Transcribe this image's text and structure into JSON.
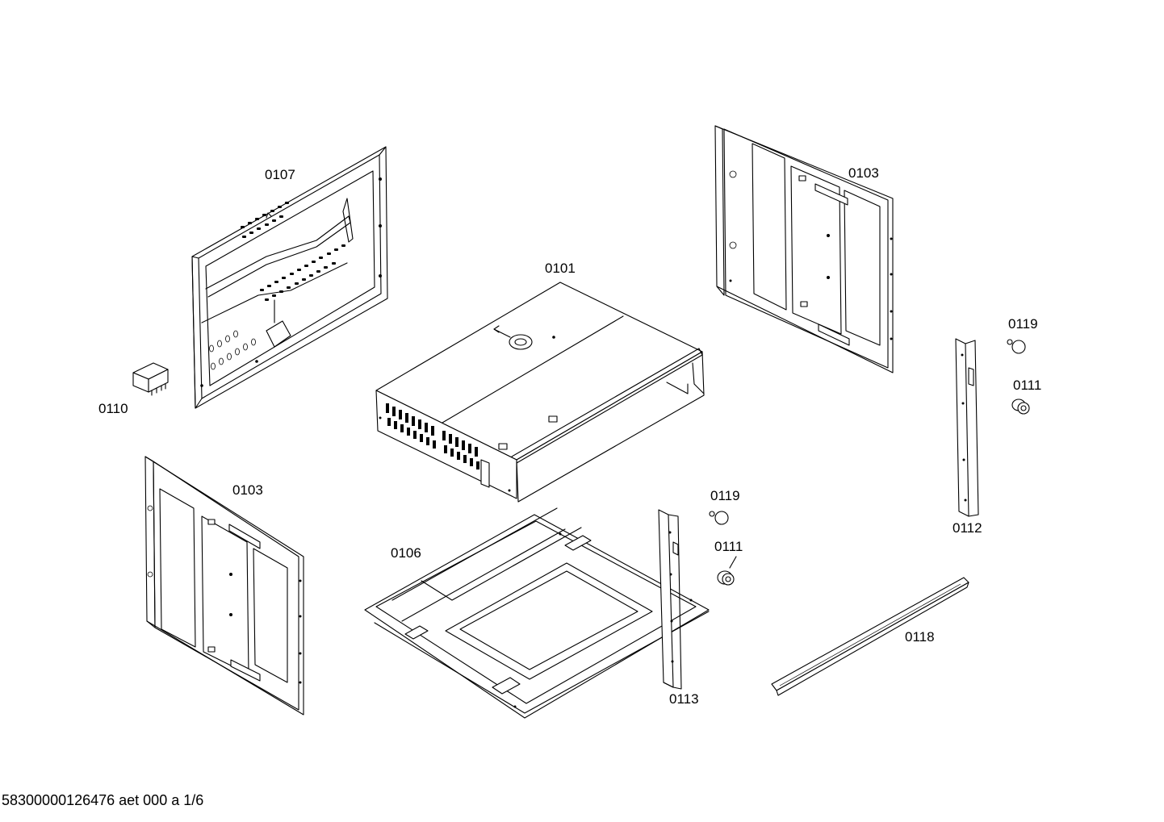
{
  "labels": {
    "p0107": "0107",
    "p0103_top": "0103",
    "p0101": "0101",
    "p0110": "0110",
    "p0119_right": "0119",
    "p0111_right": "0111",
    "p0103_bottom": "0103",
    "p0106": "0106",
    "p0119_mid": "0119",
    "p0111_mid": "0111",
    "p0112": "0112",
    "p0118": "0118",
    "p0113": "0113"
  },
  "footer": {
    "doc_id": "58300000126476 aet 000 a 1/6"
  }
}
